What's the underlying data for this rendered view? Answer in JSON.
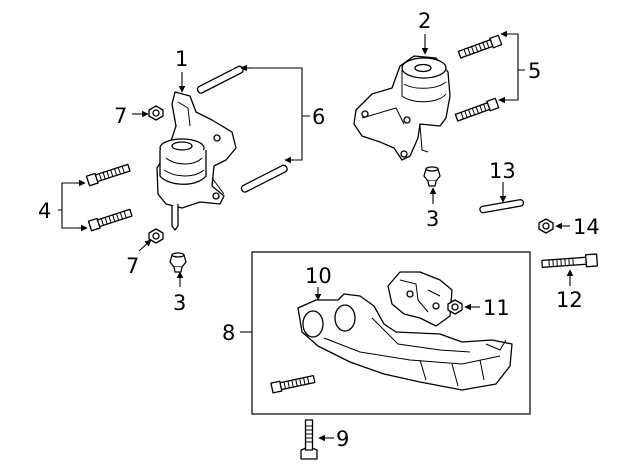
{
  "diagram": {
    "background": "#ffffff",
    "line_color": "#000000",
    "callouts": {
      "c1": "1",
      "c2": "2",
      "c3a": "3",
      "c3b": "3",
      "c4": "4",
      "c5": "5",
      "c6": "6",
      "c7a": "7",
      "c7b": "7",
      "c8": "8",
      "c9": "9",
      "c10": "10",
      "c11": "11",
      "c12": "12",
      "c13": "13",
      "c14": "14"
    }
  }
}
